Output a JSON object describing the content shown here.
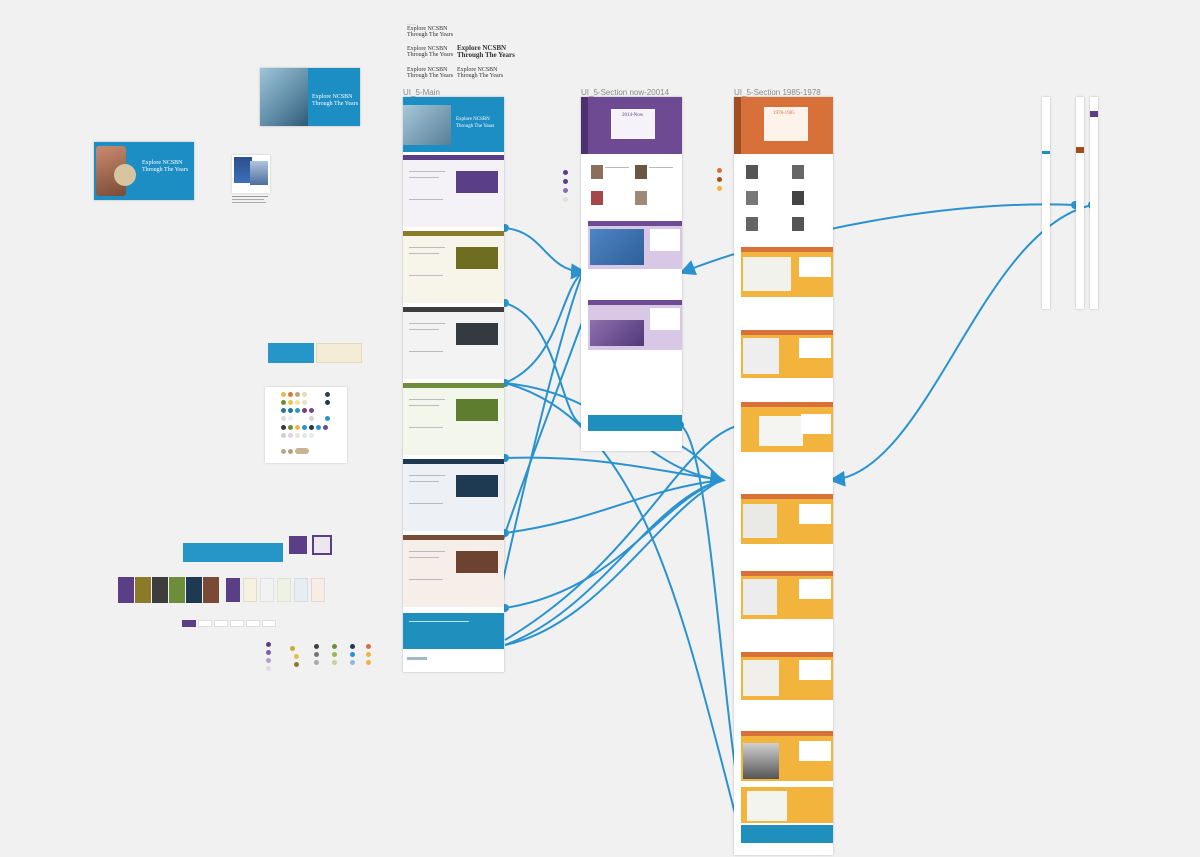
{
  "artboards": {
    "main": "UI_5-Main",
    "section_now": "UI_5-Section now-20014",
    "section_1985": "UI_5-Section 1985-1978"
  },
  "type_specimens": {
    "small_line_1": "Explore NCSBN",
    "small_line_2": "Through The Years",
    "large_line_1": "Explore NCSBN",
    "large_line_2": "Through The Years"
  },
  "hero": {
    "line_1": "Explore NCSBN",
    "line_2": "Through The Years"
  },
  "section_heroes": {
    "now": "2014-Now",
    "era_1985": "1978-1985"
  },
  "colors": {
    "canvas": "#f1f1f1",
    "wire": "#2a93cf",
    "teal": "#1e8fbd",
    "purple": "#6e4a93",
    "orange": "#d8703a",
    "gold": "#f3b43e",
    "olive": "#6f6d1f",
    "navy": "#1e3a52",
    "brown": "#7a4a35"
  }
}
